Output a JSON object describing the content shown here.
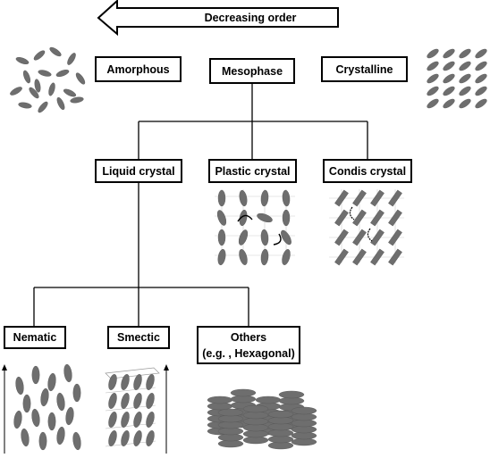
{
  "header": {
    "arrow_label": "Decreasing order"
  },
  "top_row": {
    "amorphous": "Amorphous",
    "mesophase": "Mesophase",
    "crystalline": "Crystalline"
  },
  "mid_row": {
    "liquid_crystal": "Liquid crystal",
    "plastic_crystal": "Plastic crystal",
    "condis_crystal": "Condis crystal"
  },
  "bottom_row": {
    "nematic": "Nematic",
    "smectic": "Smectic",
    "others_line1": "Others",
    "others_line2": "(e.g. , Hexagonal)"
  },
  "colors": {
    "molecule": "#6e6e6e",
    "line": "#000000",
    "grid": "#cfcfcf"
  }
}
